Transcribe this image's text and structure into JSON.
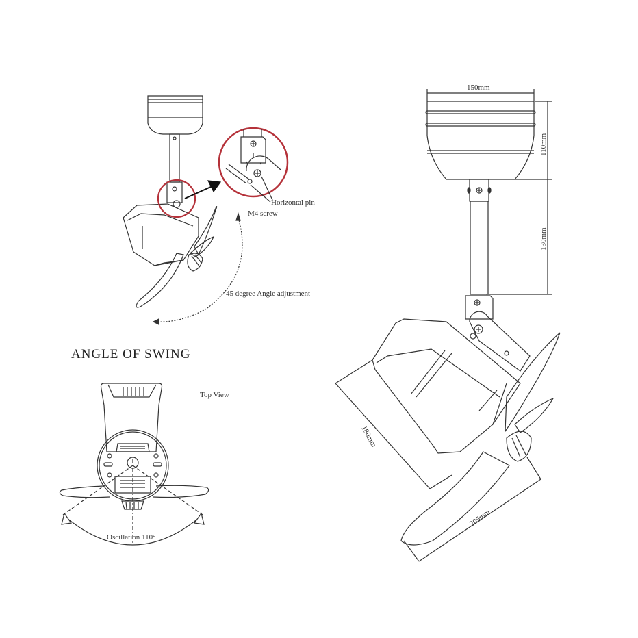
{
  "side_view": {
    "labels": {
      "horizontal_pin": "Horizontal pin",
      "m4_screw": "M4 screw",
      "angle_adjustment": "45 degree Angle adjustment"
    },
    "detail_circle_color": "#b5323a"
  },
  "section_title": "ANGLE OF SWING",
  "top_view": {
    "label": "Top View",
    "oscillation": "Oscillation 110°"
  },
  "dimension_view": {
    "dimensions": {
      "canopy_width": "150mm",
      "canopy_height": "110mm",
      "downrod_length": "130mm",
      "motor_length": "180mm",
      "blade_span": "205mm"
    }
  },
  "colors": {
    "line": "#333333",
    "highlight": "#b5323a",
    "background": "#ffffff"
  }
}
